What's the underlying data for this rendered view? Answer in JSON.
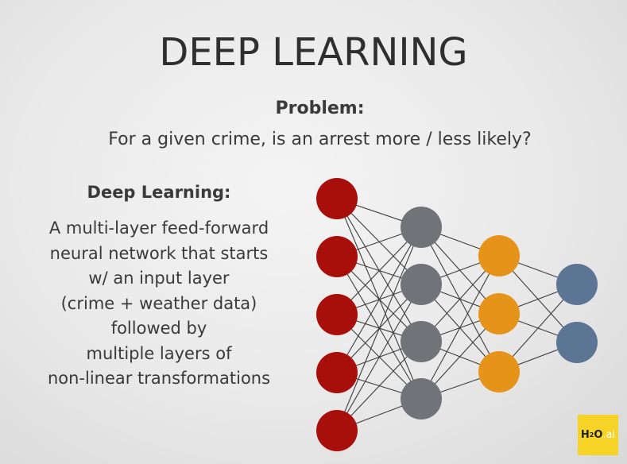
{
  "slide": {
    "title": "DEEP LEARNING",
    "problem_label": "Problem:",
    "problem_text": "For a given crime, is an arrest more / less likely?",
    "dl_label": "Deep Learning:",
    "dl_lines": [
      "A multi-layer feed-forward",
      "neural network that starts",
      "w/ an input layer",
      "(crime + weather data)",
      "followed by",
      "multiple layers of",
      "non-linear transformations"
    ]
  },
  "network": {
    "layers": [
      {
        "nodes": 5,
        "color": "#a80f0b"
      },
      {
        "nodes": 4,
        "color": "#707478"
      },
      {
        "nodes": 3,
        "color": "#e69419"
      },
      {
        "nodes": 2,
        "color": "#5d7595"
      }
    ],
    "edge_color": "#3c3c3c"
  },
  "logo": {
    "main": "H",
    "sub": "2",
    "tail": "O",
    "ai": ".ai",
    "color": "#f5d327"
  }
}
